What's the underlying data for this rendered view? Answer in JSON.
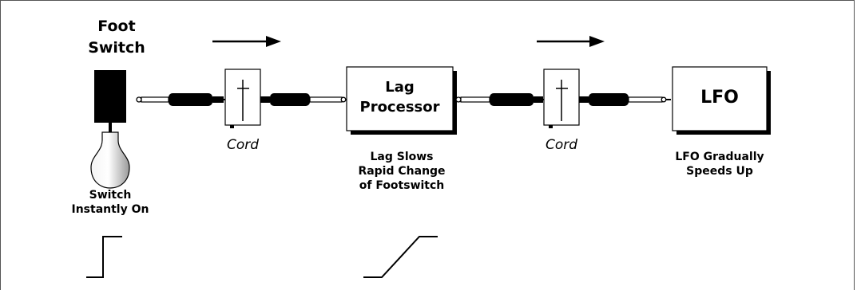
{
  "footswitch": {
    "title_line1": "Foot",
    "title_line2": "Switch",
    "caption_line1": "Switch",
    "caption_line2": "Instantly On"
  },
  "cords": [
    {
      "label": "Cord"
    },
    {
      "label": "Cord"
    }
  ],
  "lag_processor": {
    "label_line1": "Lag",
    "label_line2": "Processor",
    "caption_line1": "Lag Slows",
    "caption_line2": "Rapid Change",
    "caption_line3": "of Footswitch"
  },
  "lfo": {
    "label": "LFO",
    "caption_line1": "LFO Gradually",
    "caption_line2": "Speeds Up"
  },
  "waveforms": [
    {
      "name": "instant-step"
    },
    {
      "name": "gradual-ramp"
    }
  ],
  "icons": [
    "arrow-right",
    "jack-plug",
    "cord-junction",
    "footswitch",
    "bulb"
  ]
}
